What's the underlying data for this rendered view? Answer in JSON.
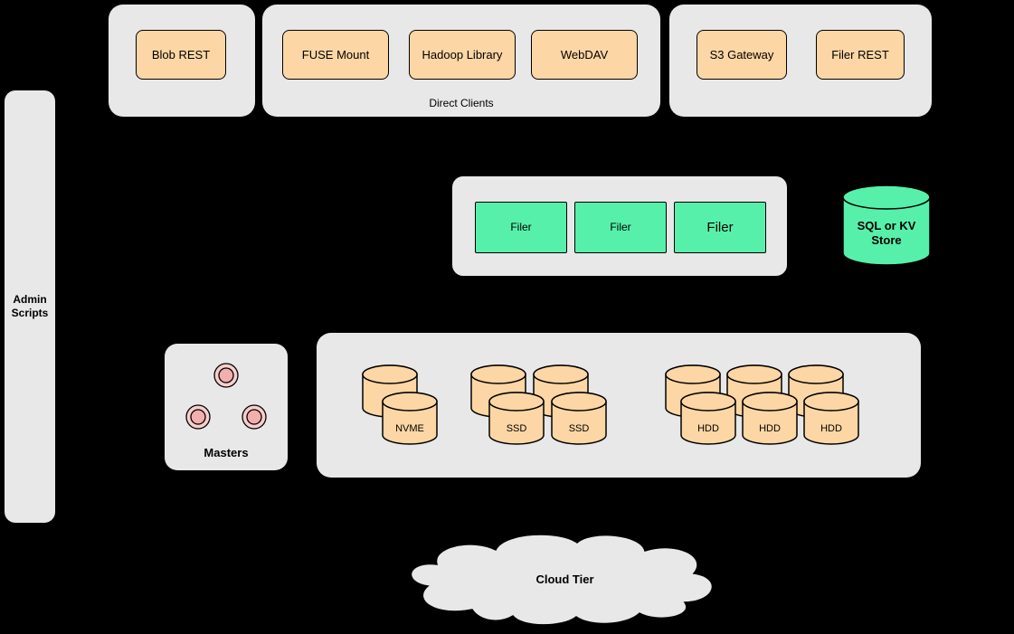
{
  "colors": {
    "bg": "#000000",
    "panel": "#E8E8E8",
    "node-orange": "#FCD6A4",
    "node-green": "#57F0AA",
    "node-pink": "#F8CECC",
    "node-pink-inner": "#F1AFAD",
    "outline": "#000000"
  },
  "admin_panel": {
    "label": "Admin Scripts"
  },
  "client_groups": {
    "blob": {
      "buttons": [
        {
          "label": "Blob REST"
        }
      ]
    },
    "direct": {
      "label": "Direct Clients",
      "buttons": [
        {
          "label": "FUSE Mount"
        },
        {
          "label": "Hadoop Library"
        },
        {
          "label": "WebDAV"
        }
      ]
    },
    "gateway": {
      "buttons": [
        {
          "label": "S3 Gateway"
        },
        {
          "label": "Filer REST"
        }
      ]
    }
  },
  "filer_cluster": {
    "nodes": [
      {
        "label": "Filer"
      },
      {
        "label": "Filer"
      },
      {
        "label": "Filer"
      }
    ]
  },
  "kv_store": {
    "label": "SQL or KV Store"
  },
  "masters": {
    "label": "Masters",
    "node_count": 3
  },
  "volume_servers": {
    "nvme": {
      "disk_count": 2,
      "labels": [
        "NVME"
      ]
    },
    "ssd": {
      "disk_count": 4,
      "labels": [
        "SSD",
        "SSD"
      ]
    },
    "hdd": {
      "disk_count": 6,
      "labels": [
        "HDD",
        "HDD",
        "HDD"
      ]
    }
  },
  "cloud": {
    "label": "Cloud Tier"
  }
}
